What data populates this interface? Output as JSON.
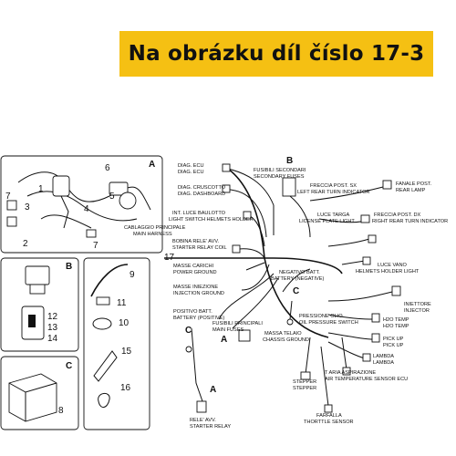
{
  "banner": {
    "text": "Na obrázku díl číslo 17-3"
  },
  "panel_a": {
    "letter": "A",
    "numbers": [
      "6",
      "5",
      "1",
      "7",
      "3",
      "2",
      "4",
      "7"
    ],
    "harness_label": [
      "CABLAGGIO PRINCIPALE",
      "MAIN HARNESS"
    ]
  },
  "panel_b": {
    "letter": "B",
    "numbers": [
      "12",
      "13",
      "14"
    ]
  },
  "panel_c": {
    "letter": "C",
    "numbers": [
      "8"
    ]
  },
  "panel_side": {
    "numbers": [
      "9",
      "11",
      "10",
      "15",
      "16"
    ]
  },
  "main": {
    "part_number": "17",
    "letters": {
      "b_top": "B",
      "c_left": "C",
      "c_mid": "C",
      "a_mid": "A",
      "a_bottom": "A"
    },
    "left_labels": [
      [
        "DIAG. ECU",
        "DIAG. ECU"
      ],
      [
        "DIAG. CRUSCOTTO",
        "DIAG. DASHBOARD"
      ],
      [
        "INT. LUCE BAULOTTO",
        "LIGHT SWITCH HELMETS HOLDER"
      ],
      [
        "BOBINA RELE' AVV.",
        "STARTER RELAY COIL"
      ],
      [
        "MASSE CARICHI",
        "POWER GROUND"
      ],
      [
        "MASSE INIEZIONE",
        "INJECTION GROUND"
      ],
      [
        "POSITIVO BATT.",
        "BATTERY (POSITIVE)"
      ],
      [
        "FUSIBILI PRINCIPALI",
        "MAIN FUSES"
      ],
      [
        "RELE' AVV.",
        "STARTER RELAY"
      ]
    ],
    "center_labels": [
      [
        "FUSIBILI SECONDARI",
        "SECONDARY FUSES"
      ],
      [
        "NEGATIVO BATT.",
        "BATTERY (NEGATIVE)"
      ],
      [
        "MASSA TELAIO",
        "CHASSIS GROUND"
      ],
      [
        "PRESSIONE OLIO",
        "OIL PRESSURE SWITCH"
      ],
      [
        "STEPPER",
        "STEPPER"
      ],
      [
        "T ARIA ASPIRAZIONE",
        "AIR TEMPERATURE SENSOR ECU"
      ],
      [
        "FARFALLA",
        "THORTTLE SENSOR"
      ]
    ],
    "right_labels": [
      [
        "FRECCIA POST. SX",
        "LEFT REAR TURN INDICATOR"
      ],
      [
        "FANALE POST.",
        "REAR LAMP"
      ],
      [
        "LUCE TARGA",
        "LICENSE PLATE LIGHT"
      ],
      [
        "FRECCIA POST. DX",
        "RIGHT REAR TURN INDICATOR"
      ],
      [
        "LUCE VANO",
        "HELMETS HOLDER LIGHT"
      ],
      [
        "INIETTORE",
        "INJECTOR"
      ],
      [
        "H2O TEMP",
        "H2O TEMP"
      ],
      [
        "PICK UP",
        "PICK UP"
      ],
      [
        "LAMBDA",
        "LAMBDA"
      ]
    ]
  }
}
